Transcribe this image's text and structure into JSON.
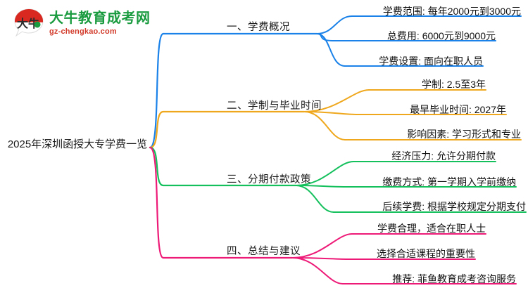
{
  "logo": {
    "name_cn": "大牛教育成考网",
    "url": "gz-chengkao.com",
    "mark_text": "大牛",
    "brand_green": "#1a9b3f",
    "brand_red": "#d23a2a"
  },
  "mindmap": {
    "root": "2025年深圳函授大专学费一览",
    "branches": [
      {
        "label": "一、学费概况",
        "color": "#1a82e8",
        "children": [
          "学费范围: 每年2000元到3000元",
          "总费用: 6000元到9000元",
          "学费设置: 面向在职人员"
        ]
      },
      {
        "label": "二、学制与毕业时间",
        "color": "#efa81d",
        "children": [
          "学制: 2.5至3年",
          "最早毕业时间: 2027年",
          "影响因素: 学习形式和专业"
        ]
      },
      {
        "label": "三、分期付款政策",
        "color": "#13c05c",
        "children": [
          "经济压力: 允许分期付款",
          "缴费方式: 第一学期入学前缴纳",
          "后续学费: 根据学校规定分期支付"
        ]
      },
      {
        "label": "四、总结与建议",
        "color": "#ee1a78",
        "children": [
          "学费合理，适合在职人士",
          "选择合适课程的重要性",
          "推荐: 菲鱼教育成考咨询服务"
        ]
      }
    ]
  }
}
